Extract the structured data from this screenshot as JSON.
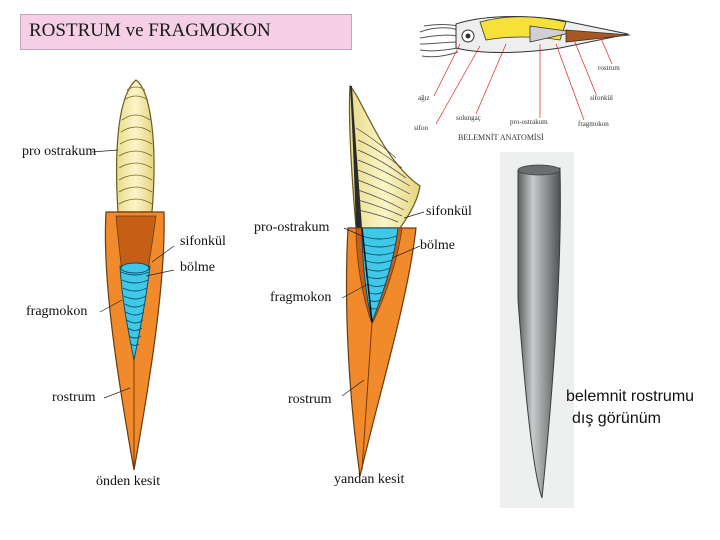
{
  "title": "ROSTRUM ve FRAGMOKON",
  "front_section": {
    "label_proostrakum": "pro ostrakum",
    "label_sifonkul": "sifonkül",
    "label_bolme": "bölme",
    "label_fragmokon": "fragmokon",
    "label_rostrum": "rostrum",
    "caption": "önden kesit"
  },
  "side_section": {
    "label_proostrakum": "pro-ostrakum",
    "label_sifonkul": "sifonkül",
    "label_bolme": "bölme",
    "label_fragmokon": "fragmokon",
    "label_rostrum": "rostrum",
    "caption": "yandan kesit"
  },
  "anatomy": {
    "caption": "BELEMNİT ANATOMİSİ",
    "labels": [
      "rostrum",
      "sifonkül",
      "fragmokon",
      "pro-ostrakum",
      "solungaç",
      "sifon",
      "ağız"
    ]
  },
  "photo": {
    "caption_line1": "belemnit rostrumu",
    "caption_line2": "dış görünüm"
  },
  "colors": {
    "rostrum": "#f08a2a",
    "proostrakum": "#f7eeb0",
    "phragmocone_chambers": "#3fc8e8",
    "title_bg": "#f5cfe6"
  }
}
